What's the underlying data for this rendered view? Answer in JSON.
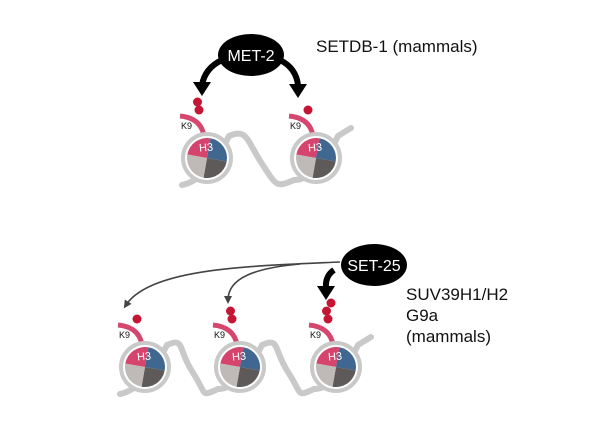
{
  "enzymes": {
    "top": {
      "name": "MET-2",
      "homolog": "SETDB-1 (mammals)"
    },
    "bottom": {
      "name": "SET-25",
      "homolog_lines": [
        "SUV39H1/H2",
        "G9a",
        "(mammals)"
      ]
    }
  },
  "histone_label": "H3",
  "residue_label": "K9",
  "top_row_methyl_counts": [
    2,
    1
  ],
  "bottom_row_methyl_counts": [
    1,
    2,
    3
  ],
  "colors": {
    "h3": "#d4446c",
    "blue": "#3f6790",
    "dark": "#5f5a5a",
    "light": "#bfbab8",
    "dna": "#c9c9c9",
    "methyl": "#c41634",
    "tail": "#d6476f"
  }
}
